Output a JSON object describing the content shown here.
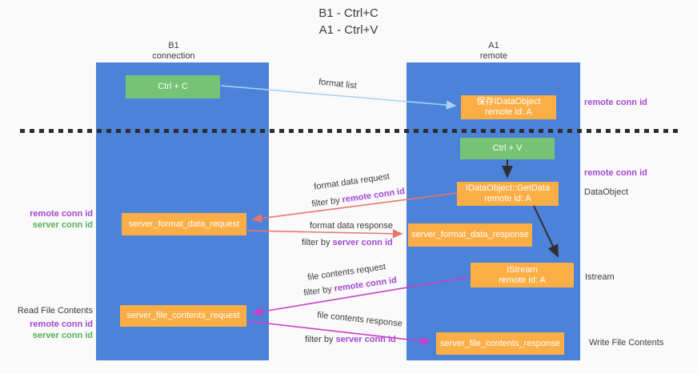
{
  "title": {
    "line1": "B1 - Ctrl+C",
    "line2": "A1 - Ctrl+V"
  },
  "lifelines": {
    "left": {
      "name": "B1",
      "role": "connection"
    },
    "right": {
      "name": "A1",
      "role": "remote"
    }
  },
  "nodes": {
    "ctrl_c": {
      "label": "Ctrl + C"
    },
    "save_idataobject": {
      "line1": "保存IDataObject",
      "line2": "remote id: A"
    },
    "ctrl_v": {
      "label": "Ctrl + V"
    },
    "idataobject_getdata": {
      "line1": "IDataObject::GetData",
      "line2": "remote id: A"
    },
    "server_format_data_request": {
      "label": "server_format_data_request"
    },
    "server_format_data_response": {
      "label": "server_format_data_response"
    },
    "istream_node": {
      "line1": "IStream",
      "line2": "remote id: A"
    },
    "server_file_contents_request": {
      "label": "server_file_contents_request"
    },
    "server_file_contents_response": {
      "label": "server_file_contents_response"
    }
  },
  "edge_labels": {
    "format_list": "format list",
    "format_data_request": "format data request",
    "format_data_response": "format data response",
    "file_contents_request": "file contents request",
    "file_contents_response": "file contents response",
    "filter_by": "filter by",
    "remote_conn_id": "remote conn id",
    "server_conn_id": "server conn id"
  },
  "side_labels": {
    "remote_conn_id_right_top": "remote conn id",
    "remote_conn_id_right_mid": "remote conn id",
    "dataobject": "DataObject",
    "istream": "Istream",
    "write_file_contents": "Write File Contents",
    "remote_conn_id_left_1": "remote conn id",
    "server_conn_id_left_1": "server conn id",
    "read_file_contents": "Read File Contents",
    "remote_conn_id_left_2": "remote conn id",
    "server_conn_id_left_2": "server conn id"
  },
  "colors": {
    "lifeline_blue": "#4d82d9",
    "action_green": "#76c376",
    "message_orange": "#fbae45",
    "arrow_lightblue": "#a6d3f3",
    "arrow_salmon": "#e8756d",
    "arrow_magenta": "#c93fc9",
    "arrow_black": "#2f2f2f",
    "text_purple": "#a347d1",
    "text_green": "#53b153",
    "text_dark": "#3c3c3c",
    "background": "#fafafa"
  }
}
